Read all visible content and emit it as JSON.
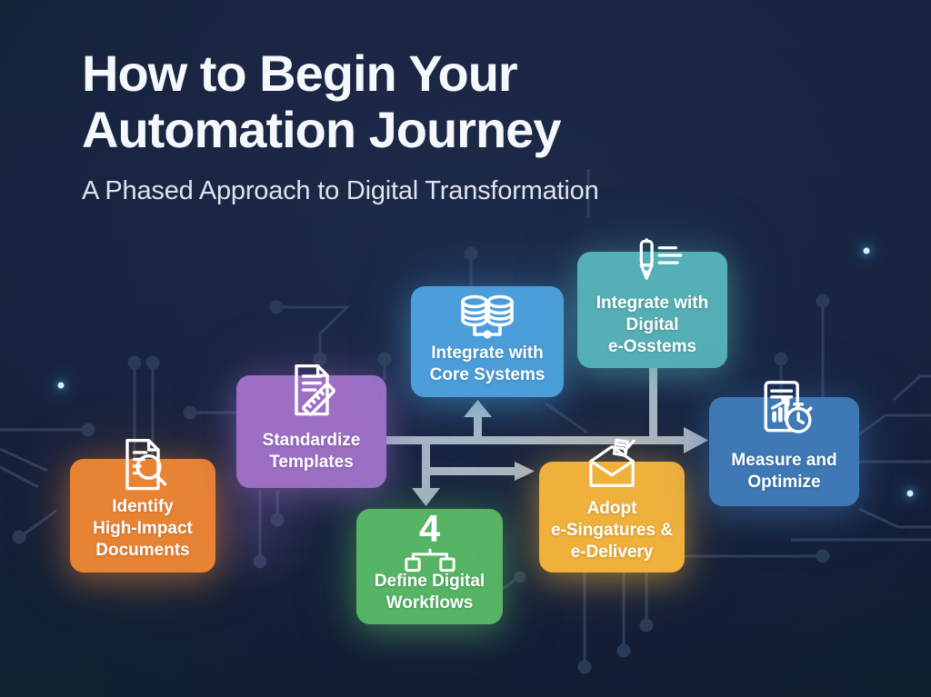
{
  "header": {
    "title_line1": "How to Begin Your",
    "title_line2": "Automation Journey",
    "subtitle": "A Phased Approach to Digital Transformation"
  },
  "steps": [
    {
      "id": "identify-documents",
      "label": "Identify\nHigh-Impact\nDocuments",
      "color": "#E98334",
      "icon": "document-magnifier-icon"
    },
    {
      "id": "standardize-templates",
      "label": "Standardize\nTemplates",
      "color": "#9C6FC5",
      "icon": "document-ruler-icon"
    },
    {
      "id": "core-systems",
      "label": "Integrate with\nCore Systems",
      "color": "#4B9EDA",
      "icon": "databases-icon"
    },
    {
      "id": "digital-esystems",
      "label": "Integrate with\nDigital\ne-Osstems",
      "color": "#55AFB6",
      "icon": "pen-signature-icon"
    },
    {
      "id": "define-workflows",
      "step_number": "4",
      "label": "Define Digital\nWorkflows",
      "color": "#56B465",
      "icon": "workflow-icon"
    },
    {
      "id": "esignatures",
      "label": "Adopt\ne-Singatures &\ne-Delivery",
      "color": "#F0B13C",
      "icon": "open-envelope-icon"
    },
    {
      "id": "measure-optimize",
      "label": "Measure and\nOptimize",
      "color": "#3E78B5",
      "icon": "report-stopwatch-icon"
    }
  ],
  "connector_color": "#B6C3D1",
  "background": {
    "circuit_trace_color": "#2D3E5E",
    "glow_dot_color": "#BDEBFF"
  }
}
